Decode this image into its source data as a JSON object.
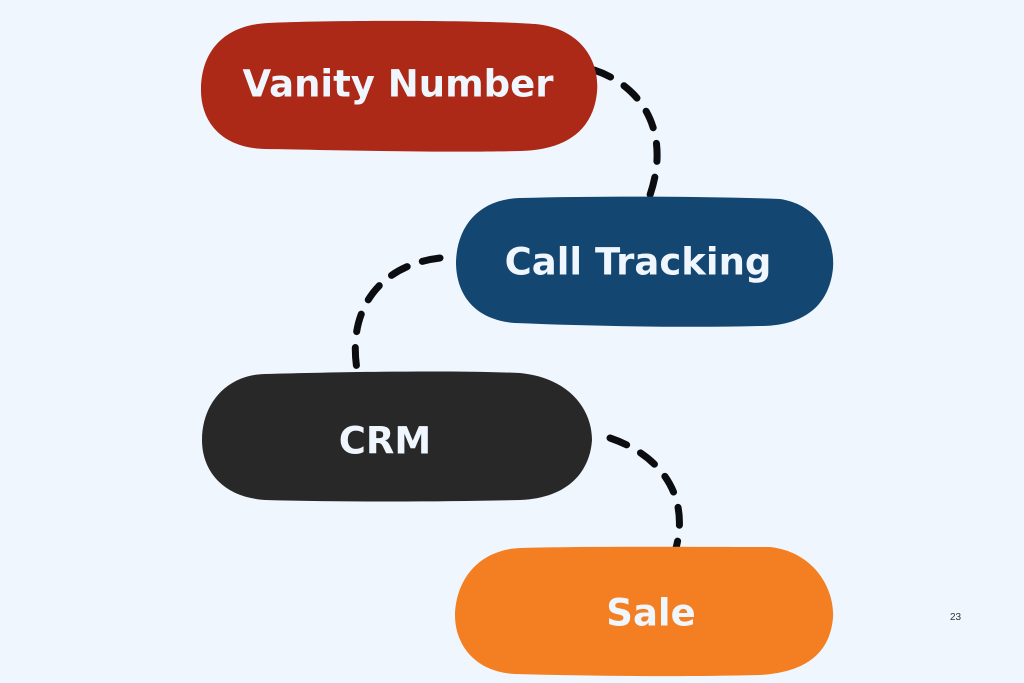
{
  "diagram": {
    "title": "Vanity Number to Sale flow",
    "nodes": [
      {
        "id": "vanity",
        "label": "Vanity Number",
        "color": "#ab2916"
      },
      {
        "id": "tracking",
        "label": "Call Tracking",
        "color": "#134670"
      },
      {
        "id": "crm",
        "label": "CRM",
        "color": "#282828"
      },
      {
        "id": "sale",
        "label": "Sale",
        "color": "#f47f22"
      }
    ],
    "edges": [
      {
        "from": "vanity",
        "to": "tracking",
        "style": "dashed"
      },
      {
        "from": "tracking",
        "to": "crm",
        "style": "dashed"
      },
      {
        "from": "crm",
        "to": "sale",
        "style": "dashed"
      }
    ]
  },
  "page_number": "23"
}
